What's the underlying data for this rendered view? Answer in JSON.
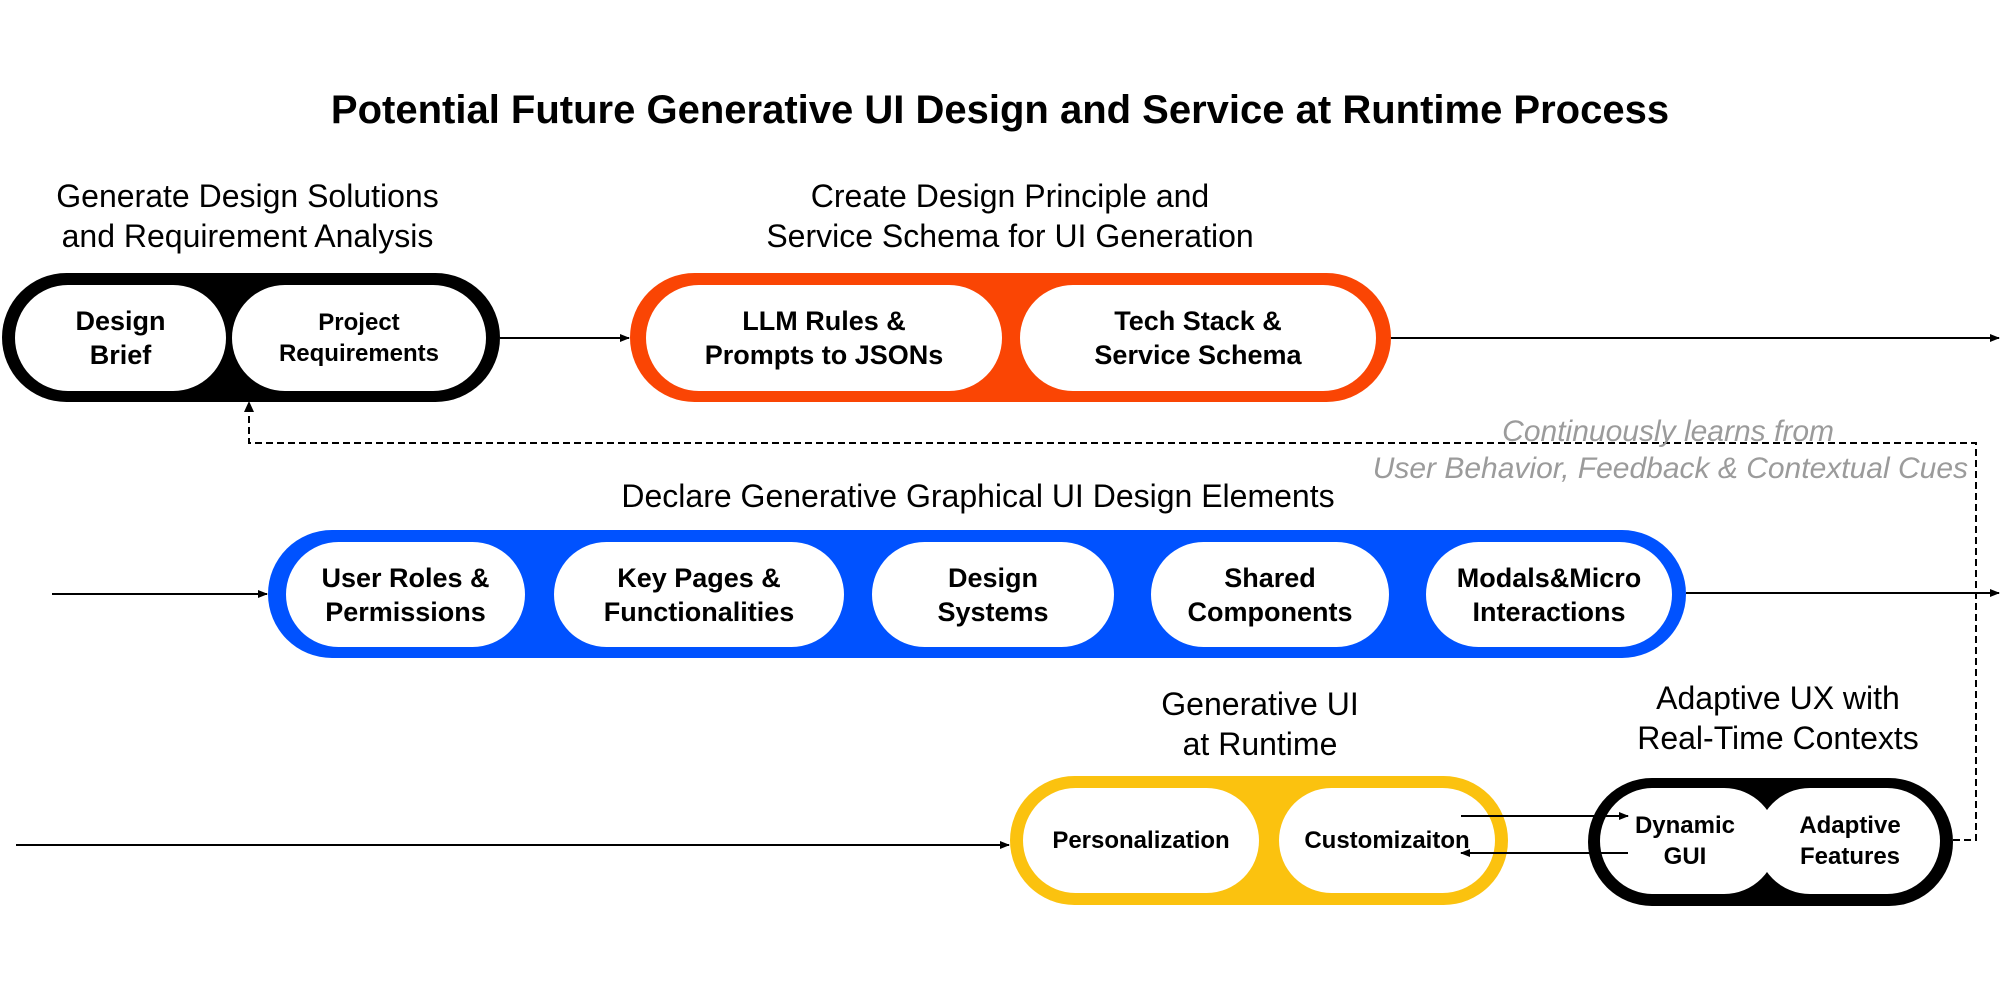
{
  "title": "Potential Future Generative UI Design and Service at Runtime Process",
  "colors": {
    "black_group": "#000000",
    "orange_group": "#FA4504",
    "blue_group": "#0052FF",
    "yellow_group": "#FBC20F",
    "note_text": "#9B9B9B",
    "connector": "#000000"
  },
  "groups": [
    {
      "id": "analysis",
      "label": "Generate Design Solutions\nand Requirement Analysis",
      "color": "black",
      "nodes": [
        "Design\nBrief",
        "Project\nRequirements"
      ]
    },
    {
      "id": "schema",
      "label": "Create Design Principle and\nService Schema for UI Generation",
      "color": "orange",
      "nodes": [
        "LLM Rules &\nPrompts to JSONs",
        "Tech Stack &\nService Schema"
      ]
    },
    {
      "id": "elements",
      "label": "Declare Generative Graphical UI Design Elements",
      "color": "blue",
      "nodes": [
        "User Roles &\nPermissions",
        "Key Pages &\nFunctionalities",
        "Design\nSystems",
        "Shared\nComponents",
        "Modals&Micro\nInteractions"
      ]
    },
    {
      "id": "runtime",
      "label": "Generative UI\nat Runtime",
      "color": "yellow",
      "nodes": [
        "Personalization",
        "Customizaiton"
      ]
    },
    {
      "id": "adaptive",
      "label": "Adaptive UX with\nReal-Time Contexts",
      "color": "black",
      "nodes": [
        "Dynamic\nGUI",
        "Adaptive\nFeatures"
      ]
    }
  ],
  "feedback_note": {
    "line1": "Continuously learns from",
    "line2": "User Behavior, Feedback & Contextual Cues"
  }
}
